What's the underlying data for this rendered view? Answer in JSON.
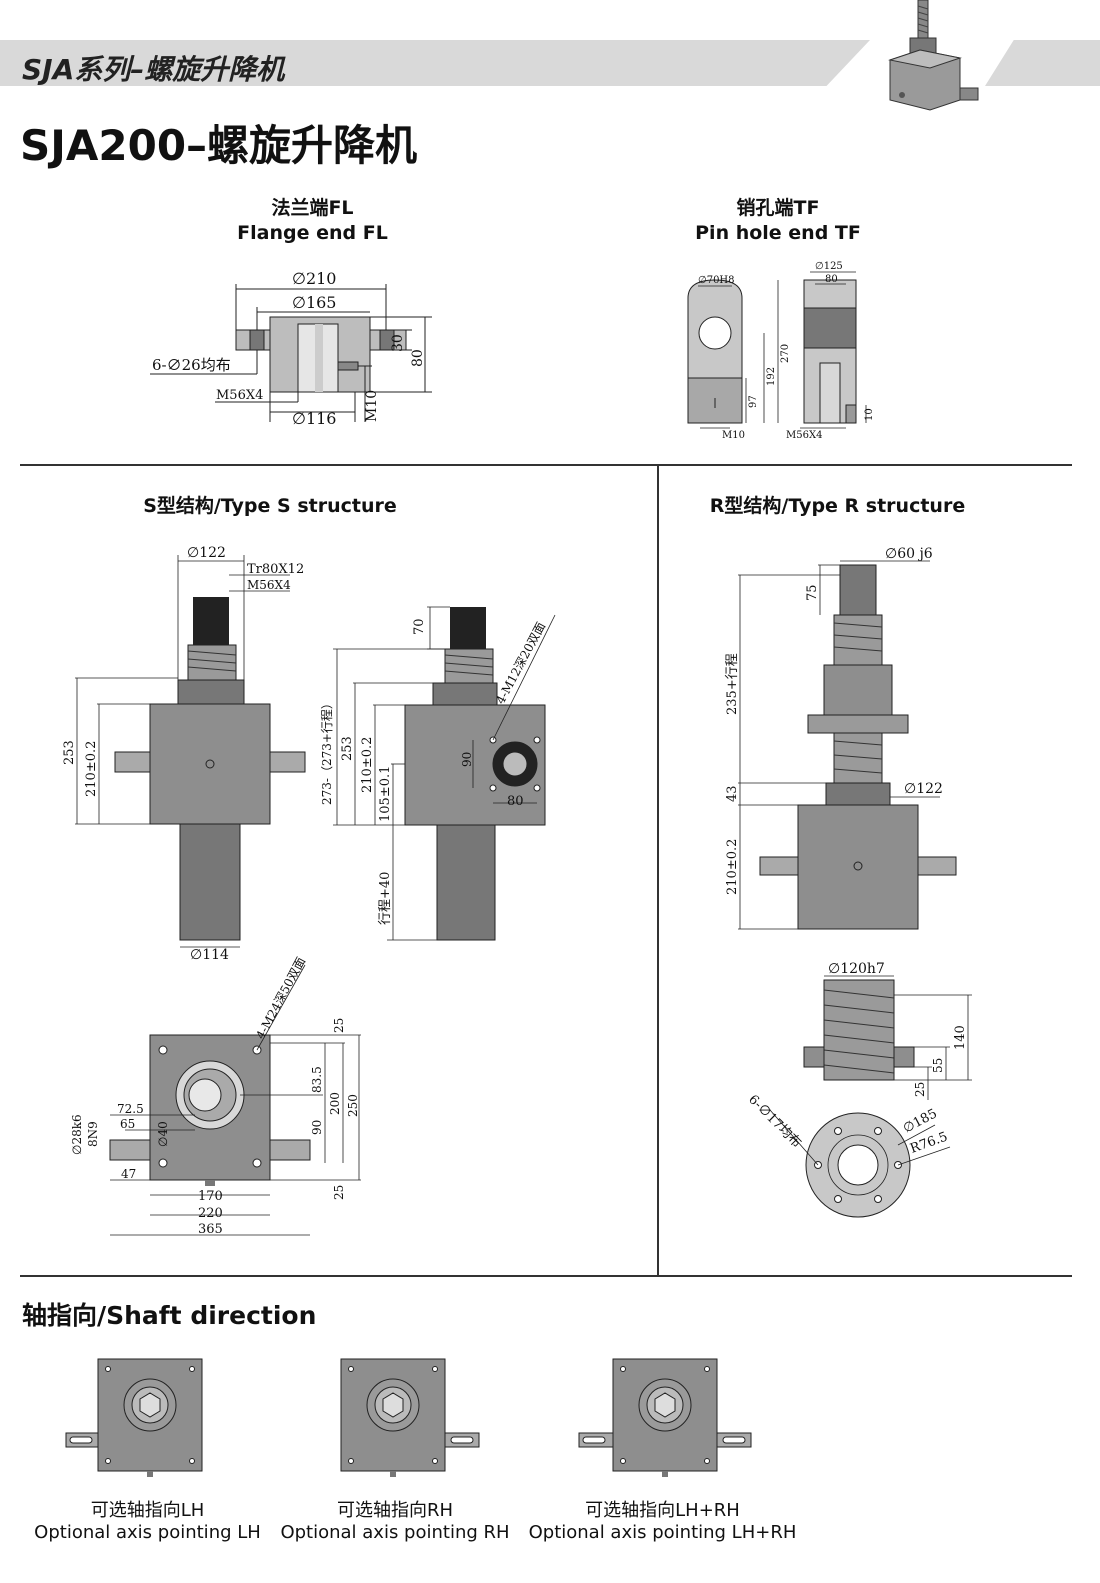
{
  "header": {
    "series_title": "SJA系列–螺旋升降机",
    "main_title": "SJA200–螺旋升降机"
  },
  "flange_end": {
    "title_cn": "法兰端FL",
    "title_en": "Flange end FL",
    "dims": {
      "outer_dia": "∅210",
      "bolt_circle": "∅165",
      "holes": "6-∅26均布",
      "thread": "M56X4",
      "inner_dia": "∅116",
      "m10": "M10",
      "h30": "30",
      "h80": "80"
    }
  },
  "pin_hole_end": {
    "title_cn": "销孔端TF",
    "title_en": "Pin hole end TF",
    "dims": {
      "hole": "∅70H8",
      "d125": "∅125",
      "w80": "80",
      "h270": "270",
      "h192": "192",
      "h97": "97",
      "m10": "M10",
      "thread": "M56X4",
      "h10": "10"
    }
  },
  "type_s": {
    "title": "S型结构/Type S structure",
    "dims": {
      "d122": "∅122",
      "tr": "Tr80X12",
      "thread": "M56X4",
      "h253": "253",
      "h210": "210±0.2",
      "d114": "∅114",
      "h70": "70",
      "stroke_total": "273-（273+行程）",
      "h253b": "253",
      "h210b": "210±0.2",
      "h105": "105±0.1",
      "stroke40": "行程+40",
      "bolts_side": "4-M12深20双面",
      "h90": "90",
      "w80": "80",
      "bolts_top": "4-M24深50双面",
      "t25a": "25",
      "t83": "83.5",
      "t90": "90",
      "t200": "200",
      "t250": "250",
      "t25b": "25",
      "shaft_dia": "∅28k6",
      "key": "8N9",
      "s72": "72.5",
      "s65": "65",
      "d40": "∅40",
      "s47": "47",
      "b170": "170",
      "b220": "220",
      "b365": "365"
    }
  },
  "type_r": {
    "title": "R型结构/Type R structure",
    "dims": {
      "d60": "∅60 j6",
      "h75": "75",
      "stroke235": "235+行程",
      "h43": "43",
      "d122": "∅122",
      "h210": "210±0.2",
      "d120": "∅120h7",
      "h140": "140",
      "h55": "55",
      "h25": "25",
      "holes": "6-∅17均布",
      "d185": "∅185",
      "r76": "R76.5"
    }
  },
  "shaft_direction": {
    "title": "轴指向/Shaft direction",
    "options": [
      {
        "cn": "可选轴指向LH",
        "en": "Optional axis pointing LH"
      },
      {
        "cn": "可选轴指向RH",
        "en": "Optional axis pointing RH"
      },
      {
        "cn": "可选轴指向LH+RH",
        "en": "Optional axis pointing LH+RH"
      }
    ]
  }
}
